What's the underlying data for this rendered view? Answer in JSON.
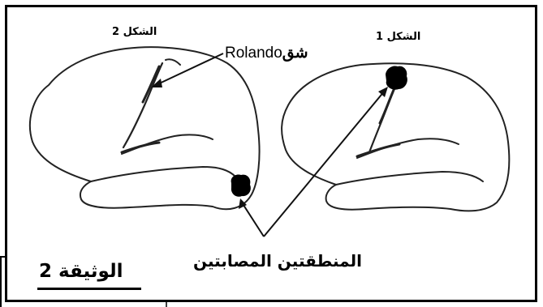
{
  "figure_1": {
    "label": "الشكل 1"
  },
  "figure_2": {
    "label": "الشكل 2"
  },
  "sulcus_label": {
    "latin": "Rolando",
    "arabic": "شق"
  },
  "affected_regions_caption": "المنطقتين المصابتين",
  "document_label": "الوثيقة 2"
}
